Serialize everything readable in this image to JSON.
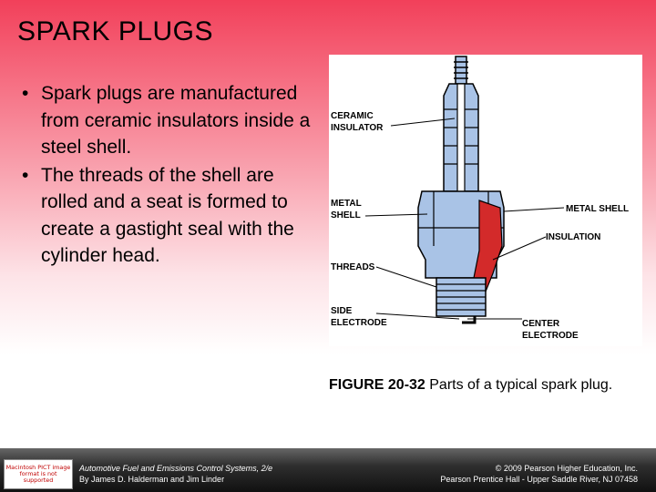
{
  "slide": {
    "title": "SPARK PLUGS",
    "bullets": [
      "Spark plugs are manufactured from ceramic insulators inside a steel shell.",
      "The threads of the shell are rolled and a seat is formed to create a gastight seal with the cylinder head."
    ],
    "bullet_glyph": "•"
  },
  "figure": {
    "labels": {
      "ceramic_line1": "CERAMIC",
      "ceramic_line2": "INSULATOR",
      "metal_line1": "METAL",
      "metal_line2": "SHELL",
      "threads": "THREADS",
      "side_line1": "SIDE",
      "side_line2": "ELECTRODE",
      "metal_shell": "METAL SHELL",
      "insulation": "INSULATION",
      "center_line1": "CENTER",
      "center_line2": "ELECTRODE"
    },
    "caption_bold": "FIGURE 20-32",
    "caption_text": " Parts of a typical spark plug."
  },
  "footer": {
    "pict_text": "Macintosh PICT image format is not supported",
    "left_line1": "Automotive Fuel and Emissions Control Systems, 2/e",
    "left_line2": "By James D. Halderman and Jim Linder",
    "right_line1": "© 2009 Pearson Higher Education, Inc.",
    "right_line2": "Pearson Prentice Hall - Upper Saddle River, NJ 07458"
  },
  "colors": {
    "header_red": "#f2405a",
    "plug_blue": "#a9c3e6",
    "seal_red": "#d32a2a"
  }
}
